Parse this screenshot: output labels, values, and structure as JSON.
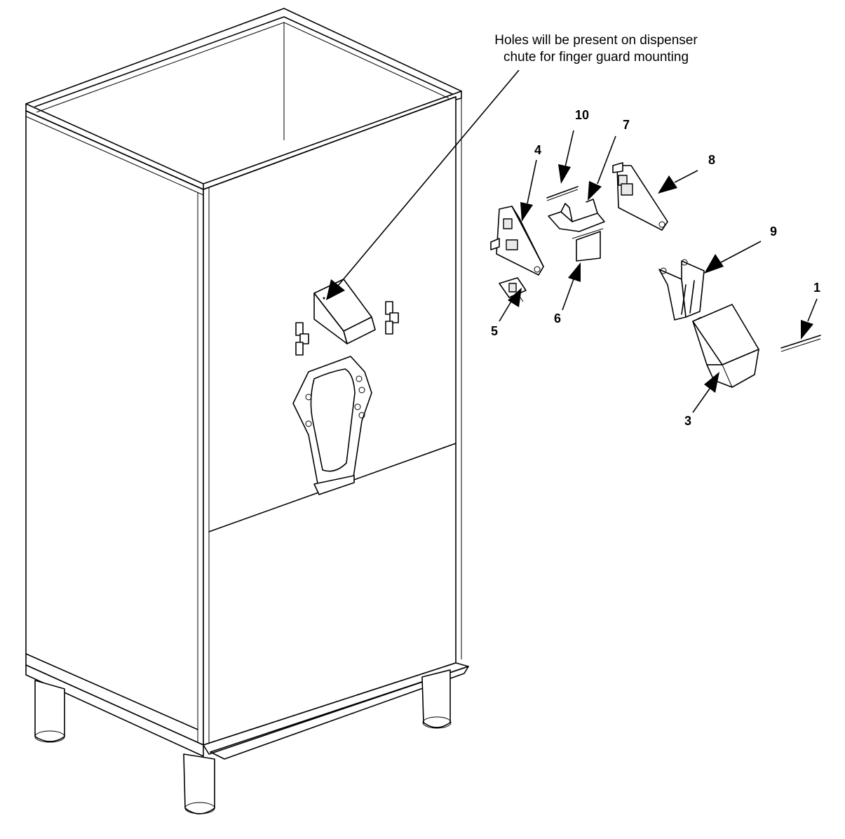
{
  "note": {
    "line1": "Holes will be present on dispenser",
    "line2": "chute for finger guard mounting"
  },
  "callouts": [
    {
      "id": "10",
      "label": "10"
    },
    {
      "id": "7",
      "label": "7"
    },
    {
      "id": "4",
      "label": "4"
    },
    {
      "id": "8",
      "label": "8"
    },
    {
      "id": "9",
      "label": "9"
    },
    {
      "id": "1",
      "label": "1"
    },
    {
      "id": "5",
      "label": "5"
    },
    {
      "id": "6",
      "label": "6"
    },
    {
      "id": "3",
      "label": "3"
    }
  ]
}
